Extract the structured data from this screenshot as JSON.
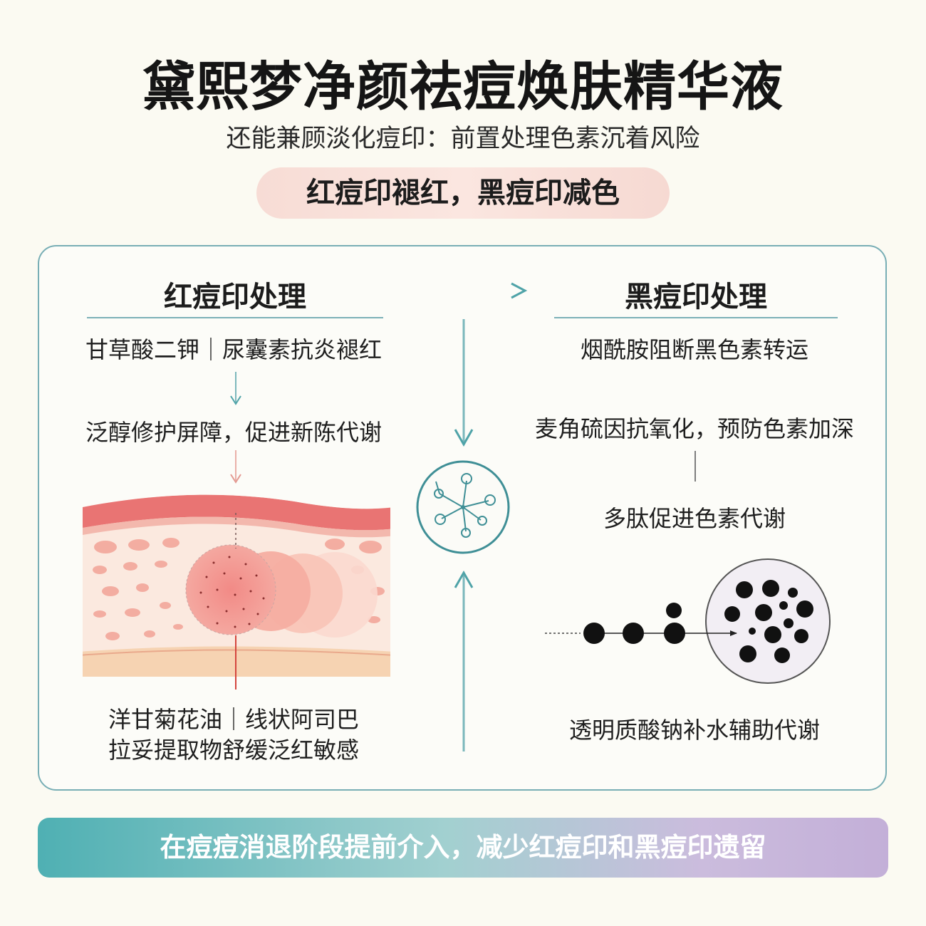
{
  "header": {
    "title": "黛熙梦净颜祛痘焕肤精华液",
    "subtitle": "还能兼顾淡化痘印：前置处理色素沉着风险",
    "pill": "红痘印褪红，黑痘印减色"
  },
  "left": {
    "title": "红痘印处理",
    "step1": "甘草酸二钾｜尿囊素抗炎褪红",
    "step2": "泛醇修护屏障，促进新陈代谢",
    "caption_line1": "洋甘菊花油｜线状阿司巴",
    "caption_line2": "拉妥提取物舒缓泛红敏感"
  },
  "right": {
    "title": "黑痘印处理",
    "step1": "烟酰胺阻断黑色素转运",
    "step2": "麦角硫因抗氧化，预防色素加深",
    "step3": "多肽促进色素代谢",
    "step4": "透明质酸钠补水辅助代谢"
  },
  "footer": {
    "banner": "在痘痘消退阶段提前介入，减少红痘印和黑痘印遗留"
  },
  "icons": {
    "center": "molecule-network-icon",
    "skin": "skin-cross-section-illustration",
    "pigment": "melanin-transport-illustration"
  },
  "colors": {
    "accent_teal": "#4fa3a8",
    "accent_red": "#e88a84",
    "accent_purple": "#c3afd8",
    "pill_bg": "#f8ddd6"
  }
}
